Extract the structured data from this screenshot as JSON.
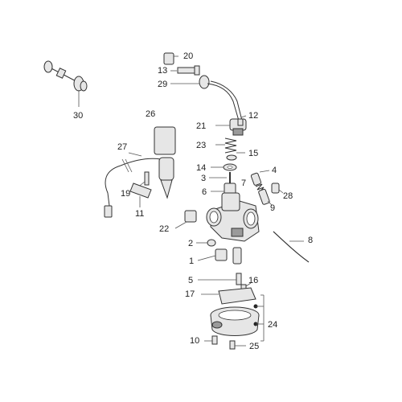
{
  "callouts": [
    {
      "id": "c20",
      "text": "20"
    },
    {
      "id": "c13",
      "text": "13"
    },
    {
      "id": "c29",
      "text": "29"
    },
    {
      "id": "c30",
      "text": "30"
    },
    {
      "id": "c12",
      "text": "12"
    },
    {
      "id": "c26",
      "text": "26"
    },
    {
      "id": "c21",
      "text": "21"
    },
    {
      "id": "c23",
      "text": "23"
    },
    {
      "id": "c15",
      "text": "15"
    },
    {
      "id": "c27",
      "text": "27"
    },
    {
      "id": "c14",
      "text": "14"
    },
    {
      "id": "c4",
      "text": "4"
    },
    {
      "id": "c3",
      "text": "3"
    },
    {
      "id": "c7",
      "text": "7"
    },
    {
      "id": "c28",
      "text": "28"
    },
    {
      "id": "c19",
      "text": "19"
    },
    {
      "id": "c6",
      "text": "6"
    },
    {
      "id": "c9",
      "text": "9"
    },
    {
      "id": "c11",
      "text": "11"
    },
    {
      "id": "c22",
      "text": "22"
    },
    {
      "id": "c8",
      "text": "8"
    },
    {
      "id": "c2",
      "text": "2"
    },
    {
      "id": "c1",
      "text": "1"
    },
    {
      "id": "c5",
      "text": "5"
    },
    {
      "id": "c16",
      "text": "16"
    },
    {
      "id": "c17",
      "text": "17"
    },
    {
      "id": "c24",
      "text": "24"
    },
    {
      "id": "c10",
      "text": "10"
    },
    {
      "id": "c25",
      "text": "25"
    }
  ]
}
